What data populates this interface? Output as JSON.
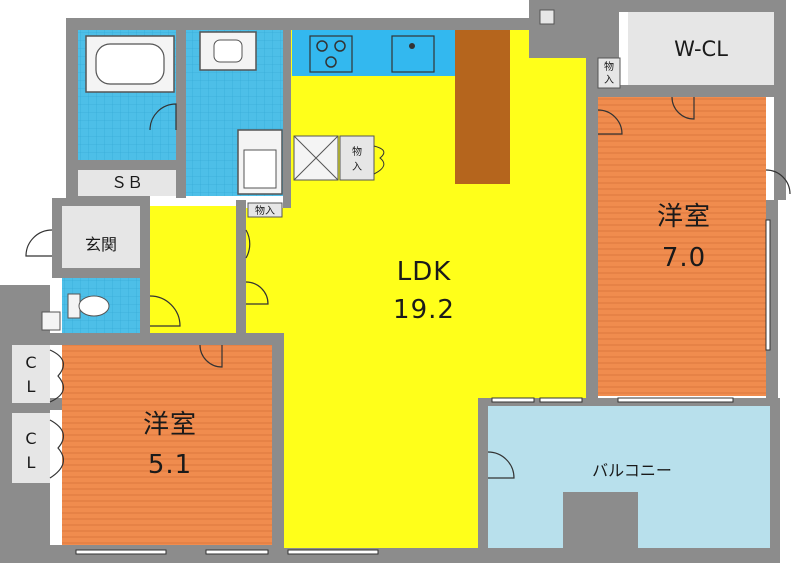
{
  "rooms": {
    "ldk": {
      "name": "LDK",
      "size": "19.2"
    },
    "western_east": {
      "name": "洋室",
      "size": "7.0"
    },
    "western_west": {
      "name": "洋室",
      "size": "5.1"
    },
    "balcony": {
      "name": "バルコニー"
    },
    "walk_in_closet": {
      "name": "W-CL"
    },
    "shoe_box": {
      "name": "ＳＢ"
    },
    "entrance": {
      "name": "玄関"
    },
    "closet_upper": {
      "line1": "C",
      "line2": "L"
    },
    "closet_lower": {
      "line1": "C",
      "line2": "L"
    },
    "storage_main": {
      "line1": "物",
      "line2": "入"
    },
    "storage_hall": {
      "name": "物入"
    },
    "storage_east": {
      "line1": "物",
      "line2": "入"
    }
  },
  "colors": {
    "wall": "#8c8c8c",
    "ldk": "#ffff1a",
    "western": "#f08c4e",
    "wet_area": "#4dbfe8",
    "balcony": "#b8e0ec",
    "closet": "#e6e6e6",
    "counter": "#b5651d",
    "kitchen": "#33b8ef"
  }
}
